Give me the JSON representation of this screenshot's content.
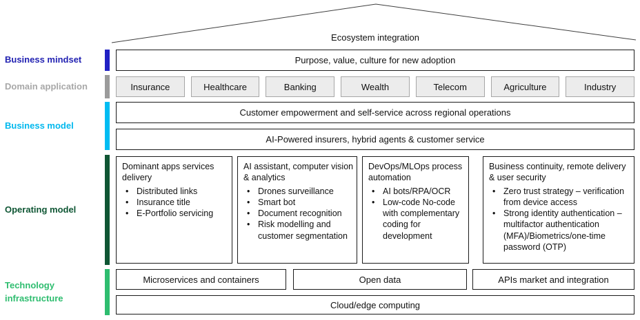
{
  "roof": {
    "title": "Ecosystem integration"
  },
  "colors": {
    "business_mindset": "#2222B2",
    "domain_application": "#A8A8A8",
    "business_model": "#00BCF2",
    "operating_model": "#0F5634",
    "technology_infrastructure": "#2EBD6F",
    "domain_box_fill": "#ECECEC",
    "box_border": "#1a1a1a"
  },
  "layers": {
    "business_mindset": {
      "label": "Business mindset",
      "banner": "Purpose, value, culture for new adoption"
    },
    "domain_application": {
      "label": "Domain application",
      "items": [
        "Insurance",
        "Healthcare",
        "Banking",
        "Wealth",
        "Telecom",
        "Agriculture",
        "Industry"
      ]
    },
    "business_model": {
      "label": "Business model",
      "banners": [
        "Customer empowerment and self-service across regional operations",
        "AI-Powered insurers, hybrid agents & customer service"
      ]
    },
    "operating_model": {
      "label": "Operating model",
      "bullet_char": "•",
      "boxes": [
        {
          "title": "Dominant apps services delivery",
          "bullets": [
            "Distributed links",
            "Insurance title",
            "E-Portfolio servicing"
          ]
        },
        {
          "title": "AI assistant, computer vision & analytics",
          "bullets": [
            "Drones surveillance",
            "Smart bot",
            "Document recognition",
            "Risk modelling and customer segmentation"
          ]
        },
        {
          "title": "DevOps/MLOps process automation",
          "bullets": [
            "AI bots/RPA/OCR",
            "Low-code No-code with complementary coding for development"
          ]
        },
        {
          "title": "Business continuity, remote delivery & user security",
          "bullets": [
            "Zero trust strategy – verification from device access",
            "Strong identity authentication – multifactor authentication (MFA)/Biometrics/one-time password (OTP)"
          ]
        }
      ]
    },
    "technology_infrastructure": {
      "label": "Technology infrastructure",
      "items": [
        "Microservices and containers",
        "Open data",
        "APIs market and integration"
      ],
      "banner": "Cloud/edge computing"
    }
  }
}
